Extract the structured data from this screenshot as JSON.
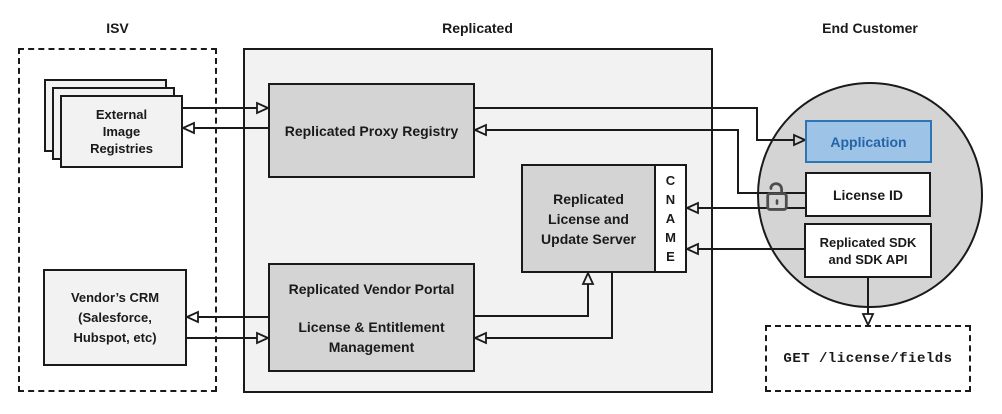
{
  "titles": {
    "isv": "ISV",
    "replicated": "Replicated",
    "end_customer": "End Customer"
  },
  "boxes": {
    "external_image_registries": {
      "lines": [
        "External",
        "Image",
        "Registries"
      ]
    },
    "proxy_registry": {
      "label": "Replicated Proxy Registry"
    },
    "license_update_server": {
      "lines": [
        "Replicated",
        "License and",
        "Update Server"
      ]
    },
    "cname": {
      "letters": [
        "C",
        "N",
        "A",
        "M",
        "E"
      ]
    },
    "vendor_portal": {
      "lines": [
        "Replicated Vendor Portal",
        "License & Entitlement",
        "Management"
      ]
    },
    "vendor_crm": {
      "lines": [
        "Vendor’s CRM",
        "(Salesforce,",
        "Hubspot, etc)"
      ]
    },
    "application": {
      "label": "Application"
    },
    "license_id": {
      "label": "License ID"
    },
    "replicated_sdk": {
      "lines": [
        "Replicated SDK",
        "and SDK API"
      ]
    },
    "get_request": {
      "label": "GET /license/fields"
    }
  },
  "icons": {
    "unlock": "unlock-icon"
  },
  "colors": {
    "border": "#1a1a1a",
    "container_fill": "#f2f2f2",
    "box_fill": "#d4d4d4",
    "light_box_fill": "#f2f2f2",
    "circle_fill": "#d4d4d4",
    "app_fill": "#9dc3e6",
    "app_border": "#2e75b6",
    "app_text": "#2465a7",
    "lock_stroke": "#4d4d4d"
  }
}
